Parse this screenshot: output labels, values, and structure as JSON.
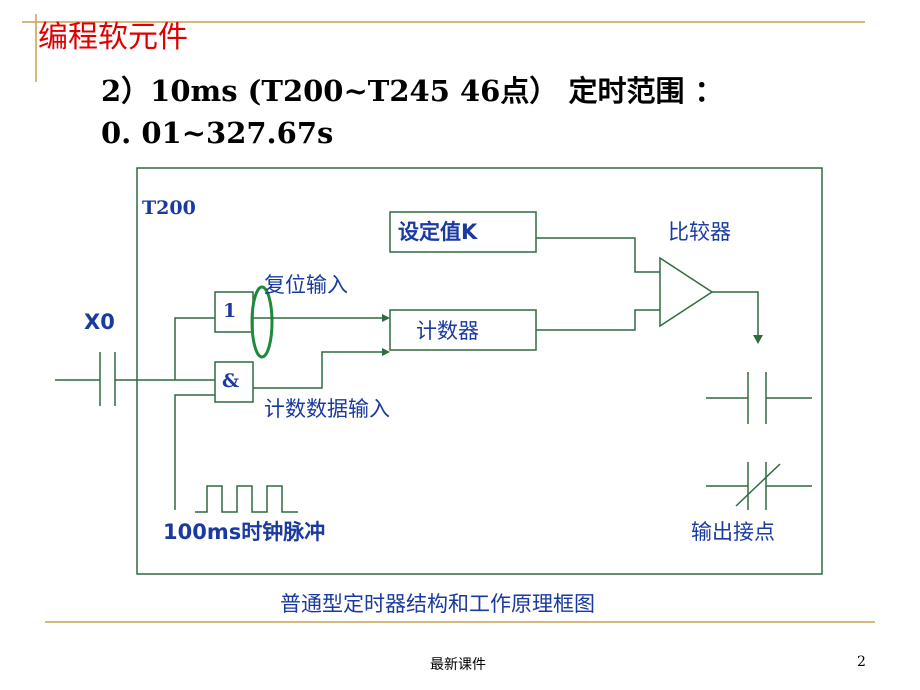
{
  "header": {
    "title": "编程软元件",
    "line1": "2）10ms    (T200~T245  46点）  定时范围 ：",
    "line2": "0. 01~327.67s"
  },
  "diagram": {
    "timer_label": "T200",
    "x0_label": "X0",
    "setpoint_label": "设定值K",
    "comparator_label": "比较器",
    "reset_input_label": "复位输入",
    "counter_label": "计数器",
    "or_gate_symbol": "1",
    "and_gate_symbol": "&",
    "count_input_label": "计数数据输入",
    "clock_label": "100ms时钟脉冲",
    "output_contacts_label": "输出接点",
    "caption": "普通型定时器结构和工作原理框图"
  },
  "footer": {
    "center_text": "最新课件",
    "page_number": "2"
  },
  "colors": {
    "title_red": "#e00000",
    "wire_green": "#2e6b3e",
    "label_blue": "#1a3aa0",
    "reset_ellipse_green": "#1e8a3c",
    "accent_gold": "#c8a050"
  }
}
